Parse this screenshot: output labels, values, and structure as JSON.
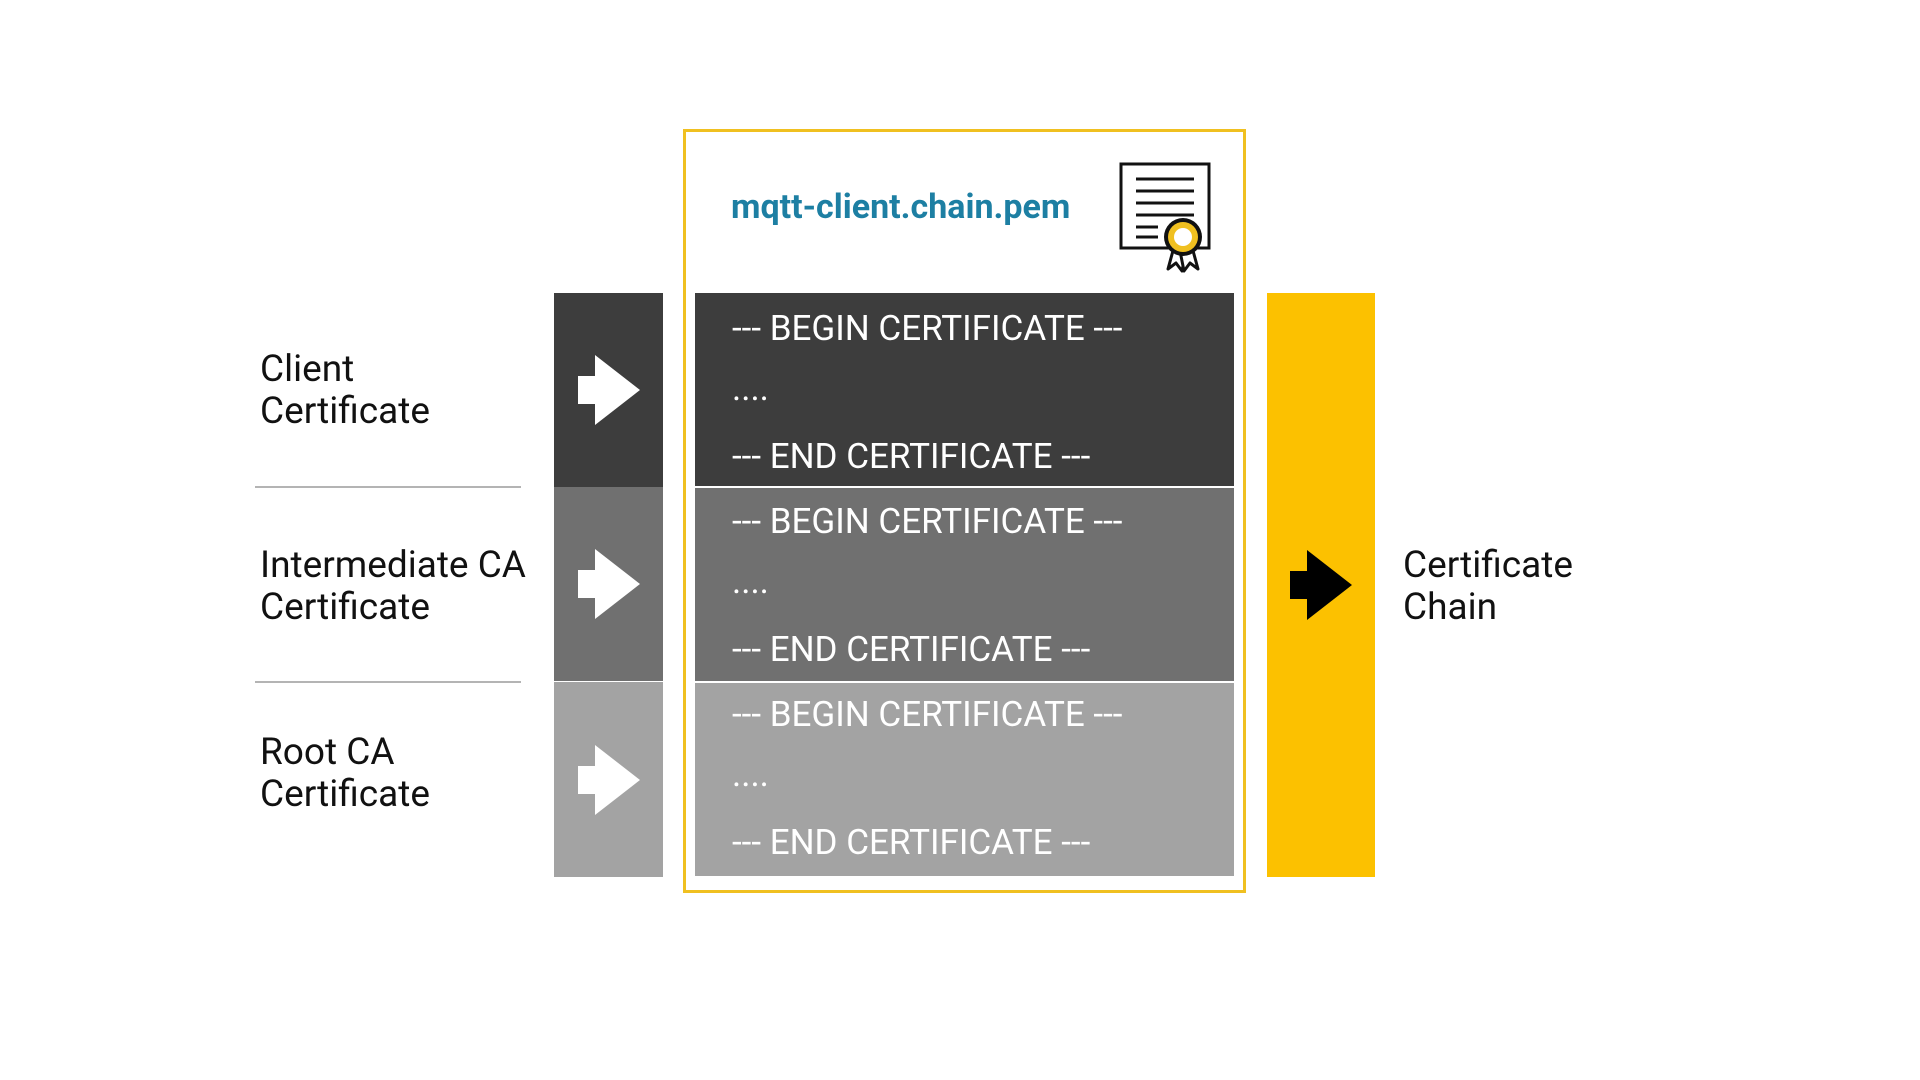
{
  "colors": {
    "client": "#3d3d3d",
    "intermediate": "#707070",
    "root": "#a3a3a3",
    "accent": "#fcc100",
    "file_title": "#1d7fa3",
    "frame": "#f0c020"
  },
  "file": {
    "name": "mqtt-client.chain.pem",
    "icon": "certificate-icon"
  },
  "certificates": [
    {
      "id": "client",
      "label_lines": [
        "Client",
        "Certificate"
      ],
      "begin": "--- BEGIN CERTIFICATE ---",
      "body": "....",
      "end": "--- END CERTIFICATE ---"
    },
    {
      "id": "intermediate",
      "label_lines": [
        "Intermediate CA",
        "Certificate"
      ],
      "begin": "--- BEGIN CERTIFICATE ---",
      "body": "....",
      "end": "--- END CERTIFICATE ---"
    },
    {
      "id": "root",
      "label_lines": [
        "Root CA",
        "Certificate"
      ],
      "begin": "--- BEGIN CERTIFICATE ---",
      "body": "....",
      "end": "--- END CERTIFICATE ---"
    }
  ],
  "chain": {
    "label_lines": [
      "Certificate",
      "Chain"
    ]
  }
}
